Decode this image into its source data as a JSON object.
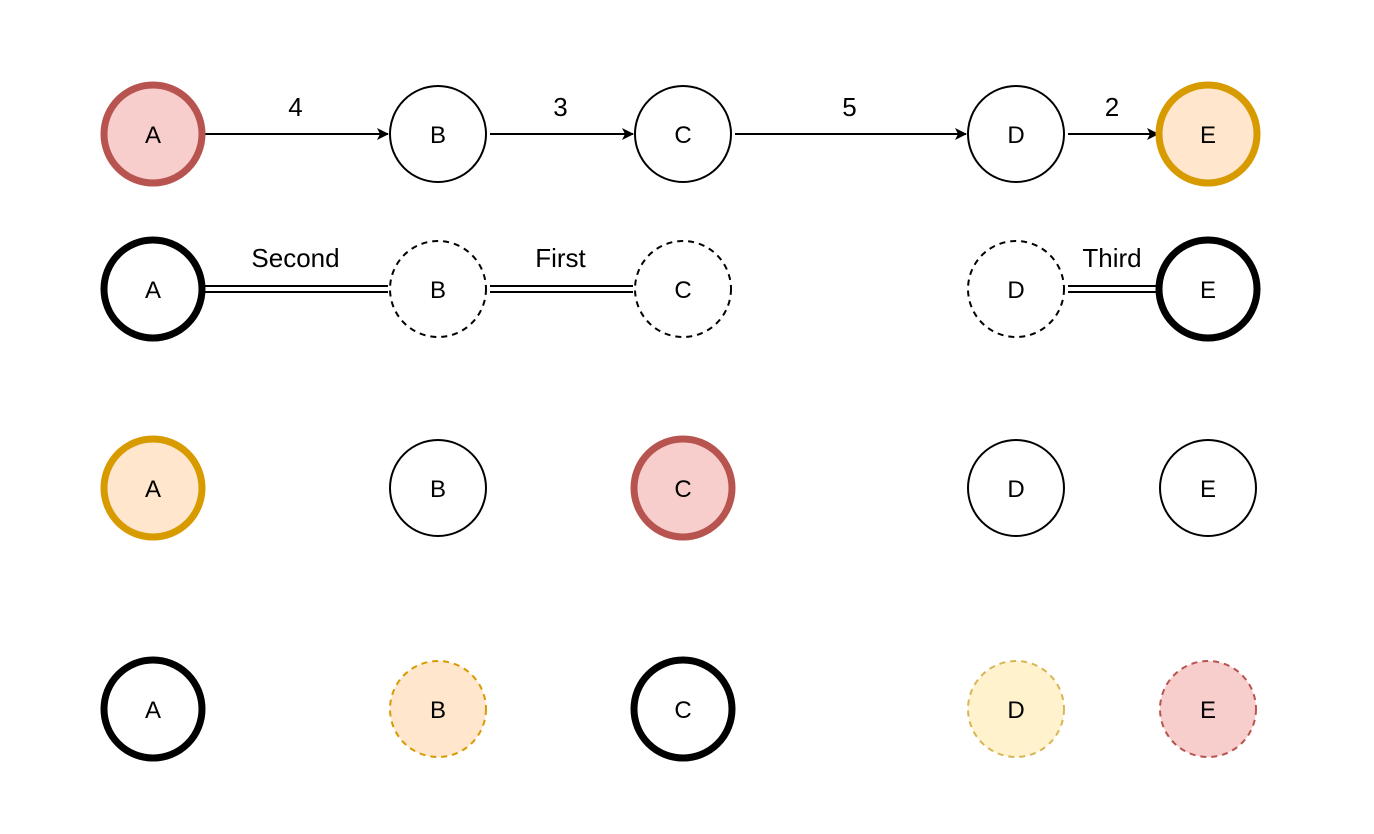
{
  "rows": [
    {
      "id": "weighted-path",
      "nodes": [
        {
          "label": "A",
          "fill": "#f8cecc",
          "stroke": "#b85450",
          "style": "thick"
        },
        {
          "label": "B",
          "fill": "#ffffff",
          "stroke": "#000000",
          "style": "normal"
        },
        {
          "label": "C",
          "fill": "#ffffff",
          "stroke": "#000000",
          "style": "normal"
        },
        {
          "label": "D",
          "fill": "#ffffff",
          "stroke": "#000000",
          "style": "normal"
        },
        {
          "label": "E",
          "fill": "#ffe6cc",
          "stroke": "#d79b00",
          "style": "thick"
        }
      ],
      "edges": [
        {
          "from": 0,
          "to": 1,
          "label": "4",
          "kind": "arrow"
        },
        {
          "from": 1,
          "to": 2,
          "label": "3",
          "kind": "arrow"
        },
        {
          "from": 2,
          "to": 3,
          "label": "5",
          "kind": "arrow"
        },
        {
          "from": 3,
          "to": 4,
          "label": "2",
          "kind": "arrow"
        }
      ]
    },
    {
      "id": "merge-order",
      "nodes": [
        {
          "label": "A",
          "fill": "#ffffff",
          "stroke": "#000000",
          "style": "thick"
        },
        {
          "label": "B",
          "fill": "#ffffff",
          "stroke": "#000000",
          "style": "dashed"
        },
        {
          "label": "C",
          "fill": "#ffffff",
          "stroke": "#000000",
          "style": "dashed"
        },
        {
          "label": "D",
          "fill": "#ffffff",
          "stroke": "#000000",
          "style": "dashed"
        },
        {
          "label": "E",
          "fill": "#ffffff",
          "stroke": "#000000",
          "style": "thick"
        }
      ],
      "edges": [
        {
          "from": 0,
          "to": 1,
          "label": "Second",
          "kind": "double"
        },
        {
          "from": 1,
          "to": 2,
          "label": "First",
          "kind": "double"
        },
        {
          "from": 3,
          "to": 4,
          "label": "Third",
          "kind": "double"
        }
      ]
    },
    {
      "id": "terminals-highlight",
      "nodes": [
        {
          "label": "A",
          "fill": "#ffe6cc",
          "stroke": "#d79b00",
          "style": "thick"
        },
        {
          "label": "B",
          "fill": "#ffffff",
          "stroke": "#000000",
          "style": "normal"
        },
        {
          "label": "C",
          "fill": "#f8cecc",
          "stroke": "#b85450",
          "style": "thick"
        },
        {
          "label": "D",
          "fill": "#ffffff",
          "stroke": "#000000",
          "style": "normal"
        },
        {
          "label": "E",
          "fill": "#ffffff",
          "stroke": "#000000",
          "style": "normal"
        }
      ],
      "edges": []
    },
    {
      "id": "final-state",
      "nodes": [
        {
          "label": "A",
          "fill": "#ffffff",
          "stroke": "#000000",
          "style": "thick"
        },
        {
          "label": "B",
          "fill": "#ffe6cc",
          "stroke": "#d79b00",
          "style": "dashed"
        },
        {
          "label": "C",
          "fill": "#ffffff",
          "stroke": "#000000",
          "style": "thick"
        },
        {
          "label": "D",
          "fill": "#fff2cc",
          "stroke": "#d6b656",
          "style": "dashed"
        },
        {
          "label": "E",
          "fill": "#f8cecc",
          "stroke": "#b85450",
          "style": "dashed"
        }
      ],
      "edges": []
    }
  ]
}
